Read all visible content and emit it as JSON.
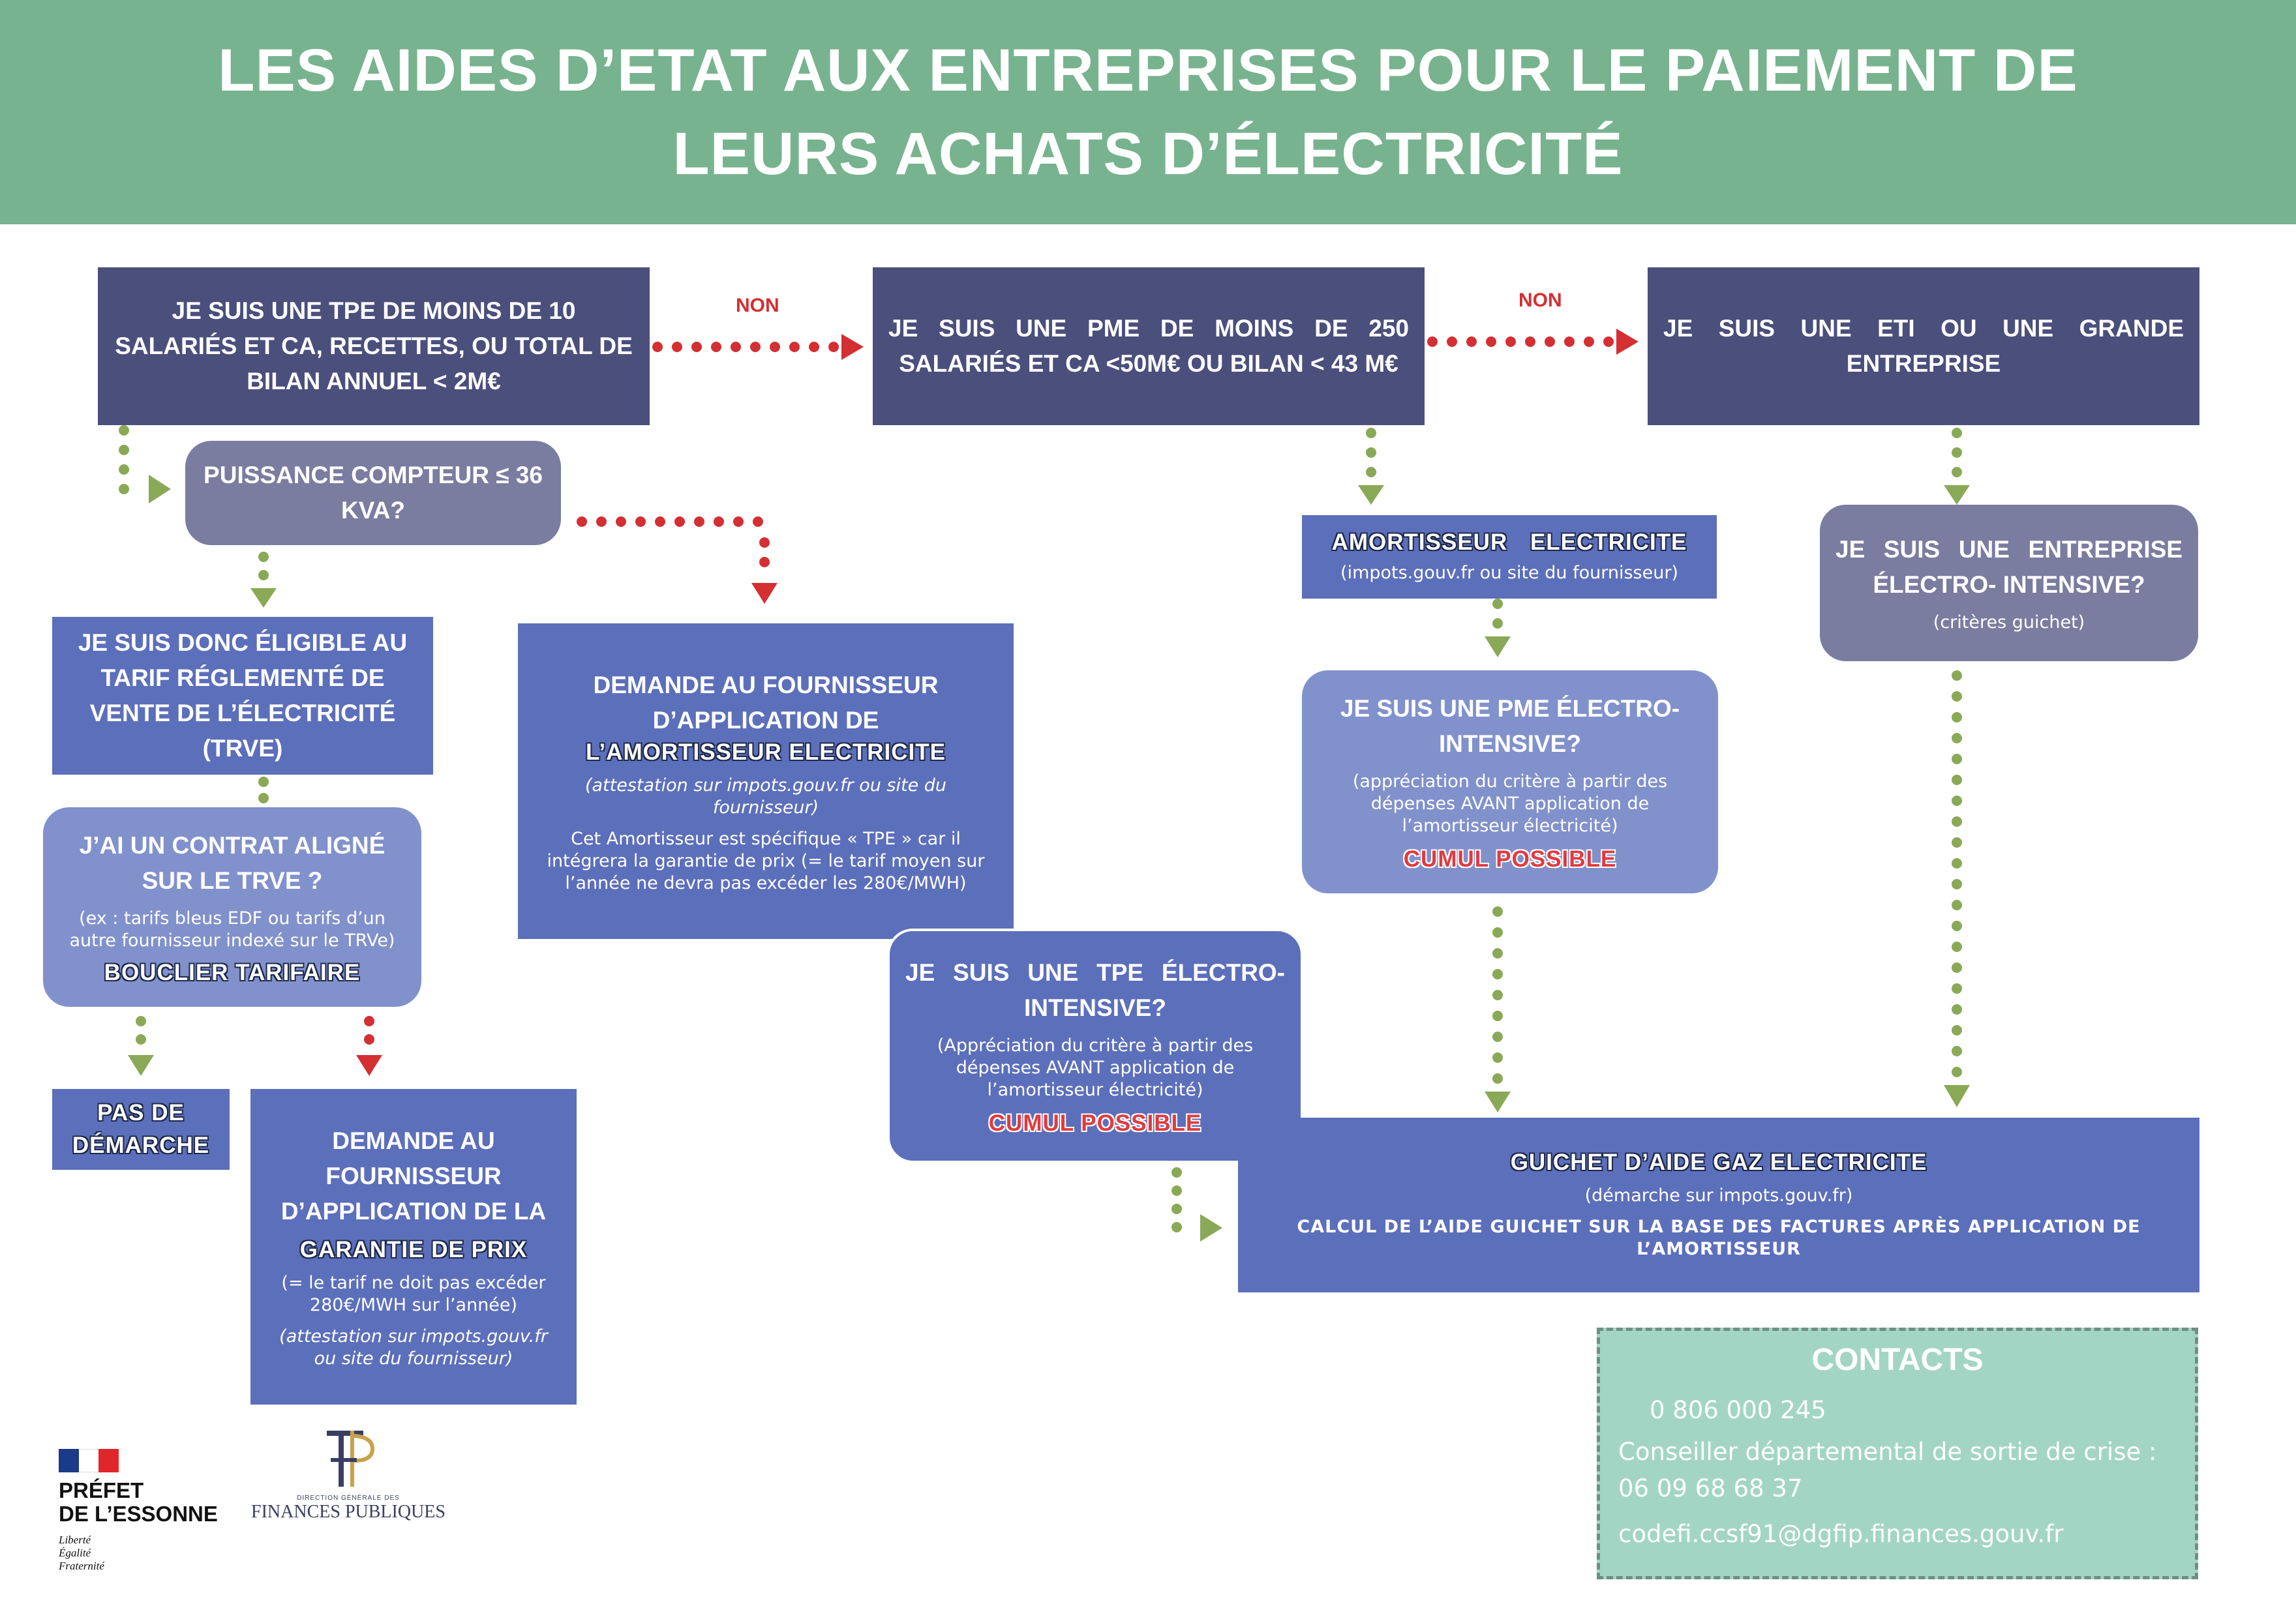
{
  "header": {
    "title_line1": "LES AIDES D’ETAT AUX ENTREPRISES POUR LE PAIEMENT DE",
    "title_line2": "LEURS ACHATS D’ÉLECTRICITÉ"
  },
  "colors": {
    "banner": "#77b38f",
    "dark_box": "#4b4f7c",
    "grey_box": "#7a7d9f",
    "blue_box": "#5c6fbb",
    "light_box": "#8191cc",
    "arrow_green": "#8aa956",
    "arrow_red": "#d42f33",
    "contacts_bg": "#a3d5c5"
  },
  "labels": {
    "non1": "NON",
    "non2": "NON"
  },
  "boxes": {
    "tpe": {
      "title": "JE SUIS UNE TPE DE MOINS DE 10 SALARIÉS ET CA, RECETTES, OU TOTAL DE BILAN ANNUEL < 2M€"
    },
    "pme": {
      "title": "JE SUIS UNE PME DE MOINS DE 250 SALARIÉS ET CA <50M€ OU BILAN < 43 M€"
    },
    "eti": {
      "title": "JE SUIS UNE ETI OU UNE GRANDE ENTREPRISE"
    },
    "puissance": {
      "title": "PUISSANCE COMPTEUR ≤ 36 KVA?"
    },
    "trve": {
      "title": "JE SUIS DONC ÉLIGIBLE AU TARIF RÉGLEMENTÉ DE VENTE DE L’ÉLECTRICITÉ (TRVE)"
    },
    "contrat": {
      "title": "J’AI UN CONTRAT ALIGNÉ SUR LE TRVE ?",
      "note": "(ex : tarifs bleus EDF ou tarifs d’un autre fournisseur indexé sur le TRVe)",
      "highlight": "BOUCLIER TARIFAIRE"
    },
    "pas_demarche": {
      "title": "PAS DE DÉMARCHE"
    },
    "garantie": {
      "title": "DEMANDE AU FOURNISSEUR D’APPLICATION DE LA",
      "highlight": "GARANTIE DE PRIX",
      "note": "(= le tarif ne doit pas excéder 280€/MWH sur l’année)",
      "italic": "(attestation sur impots.gouv.fr ou site du fournisseur)"
    },
    "demande_amort": {
      "title": "DEMANDE AU FOURNISSEUR D’APPLICATION DE",
      "highlight": "L’AMORTISSEUR ELECTRICITE",
      "italic": "(attestation sur impots.gouv.fr ou site du fournisseur)",
      "note": "Cet Amortisseur est spécifique « TPE » car il intégrera la garantie de prix (= le tarif moyen sur l’année ne devra pas excéder les 280€/MWH)"
    },
    "tpe_electro": {
      "title": "JE SUIS UNE TPE ÉLECTRO-INTENSIVE?",
      "note": "(Appréciation du critère à partir des dépenses AVANT application de l’amortisseur électricité)",
      "highlight": "CUMUL POSSIBLE"
    },
    "amort_elec": {
      "highlight": "AMORTISSEUR ELECTRICITE",
      "note": "(impots.gouv.fr ou site du fournisseur)"
    },
    "pme_electro": {
      "title": "JE SUIS UNE PME ÉLECTRO-INTENSIVE?",
      "note": "(appréciation du critère à partir des dépenses AVANT application de l’amortisseur électricité)",
      "highlight": "CUMUL POSSIBLE"
    },
    "eti_electro": {
      "title": "JE SUIS UNE ENTREPRISE ÉLECTRO- INTENSIVE?",
      "note": "(critères guichet)"
    },
    "guichet": {
      "highlight": "GUICHET D’AIDE GAZ ELECTRICITE",
      "note": "(démarche sur impots.gouv.fr)",
      "detail": "CALCUL DE L’AIDE GUICHET SUR LA BASE DES FACTURES APRÈS APPLICATION DE L’AMORTISSEUR"
    }
  },
  "contacts": {
    "title": "CONTACTS",
    "phone": "0 806 000 245",
    "advisor_label": "Conseiller départemental de sortie de crise :",
    "advisor_phone": "06 09 68 68 37",
    "email": "codefi.ccsf91@dgfip.finances.gouv.fr"
  },
  "logos": {
    "prefet_line1": "PRÉFET",
    "prefet_line2": "DE L’ESSONNE",
    "motto_1": "Liberté",
    "motto_2": "Égalité",
    "motto_3": "Fraternité",
    "dgfip_small": "DIRECTION GÉNÉRALE DES",
    "dgfip_big": "FINANCES PUBLIQUES"
  }
}
